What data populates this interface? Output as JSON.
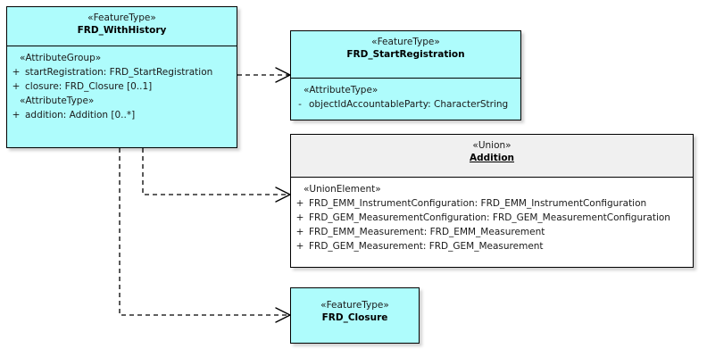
{
  "diagram": {
    "type": "uml-class-diagram",
    "background": "#ffffff",
    "accent_fill": "#AEFCFC",
    "plain_fill": "#ffffff",
    "plain_header_fill": "#F0F0F0",
    "line_color": "#000000"
  },
  "classes": [
    {
      "id": "frd-withhistory",
      "stereotype": "«FeatureType»",
      "name": "FRD_WithHistory",
      "fill": "#AEFCFC",
      "compartments": [
        {
          "group": "«AttributeGroup»",
          "attributes": [
            {
              "visibility": "+",
              "text": "startRegistration: FRD_StartRegistration"
            },
            {
              "visibility": "+",
              "text": "closure: FRD_Closure [0..1]"
            }
          ]
        },
        {
          "group": "«AttributeType»",
          "attributes": [
            {
              "visibility": "+",
              "text": "addition: Addition [0..*]"
            }
          ]
        }
      ]
    },
    {
      "id": "frd-startregistration",
      "stereotype": "«FeatureType»",
      "name": "FRD_StartRegistration",
      "fill": "#AEFCFC",
      "compartments": [
        {
          "group": "«AttributeType»",
          "attributes": [
            {
              "visibility": "-",
              "text": "objectIdAccountableParty: CharacterString"
            }
          ]
        }
      ]
    },
    {
      "id": "addition",
      "stereotype": "«Union»",
      "name": "Addition",
      "fill": "#ffffff",
      "compartments": [
        {
          "group": "«UnionElement»",
          "attributes": [
            {
              "visibility": "+",
              "text": "FRD_EMM_InstrumentConfiguration: FRD_EMM_InstrumentConfiguration"
            },
            {
              "visibility": "+",
              "text": "FRD_GEM_MeasurementConfiguration: FRD_GEM_MeasurementConfiguration"
            },
            {
              "visibility": "+",
              "text": "FRD_EMM_Measurement: FRD_EMM_Measurement"
            },
            {
              "visibility": "+",
              "text": "FRD_GEM_Measurement: FRD_GEM_Measurement"
            }
          ]
        }
      ]
    },
    {
      "id": "frd-closure",
      "stereotype": "«FeatureType»",
      "name": "FRD_Closure",
      "fill": "#AEFCFC",
      "compartments": []
    }
  ],
  "connectors": [
    {
      "id": "dep-startregistration",
      "from": "frd-withhistory",
      "to": "frd-startregistration",
      "style": "dashed",
      "arrowhead": "open"
    },
    {
      "id": "dep-addition",
      "from": "frd-withhistory",
      "to": "addition",
      "style": "dashed",
      "arrowhead": "open"
    },
    {
      "id": "dep-closure",
      "from": "frd-withhistory",
      "to": "frd-closure",
      "style": "dashed",
      "arrowhead": "open"
    }
  ]
}
